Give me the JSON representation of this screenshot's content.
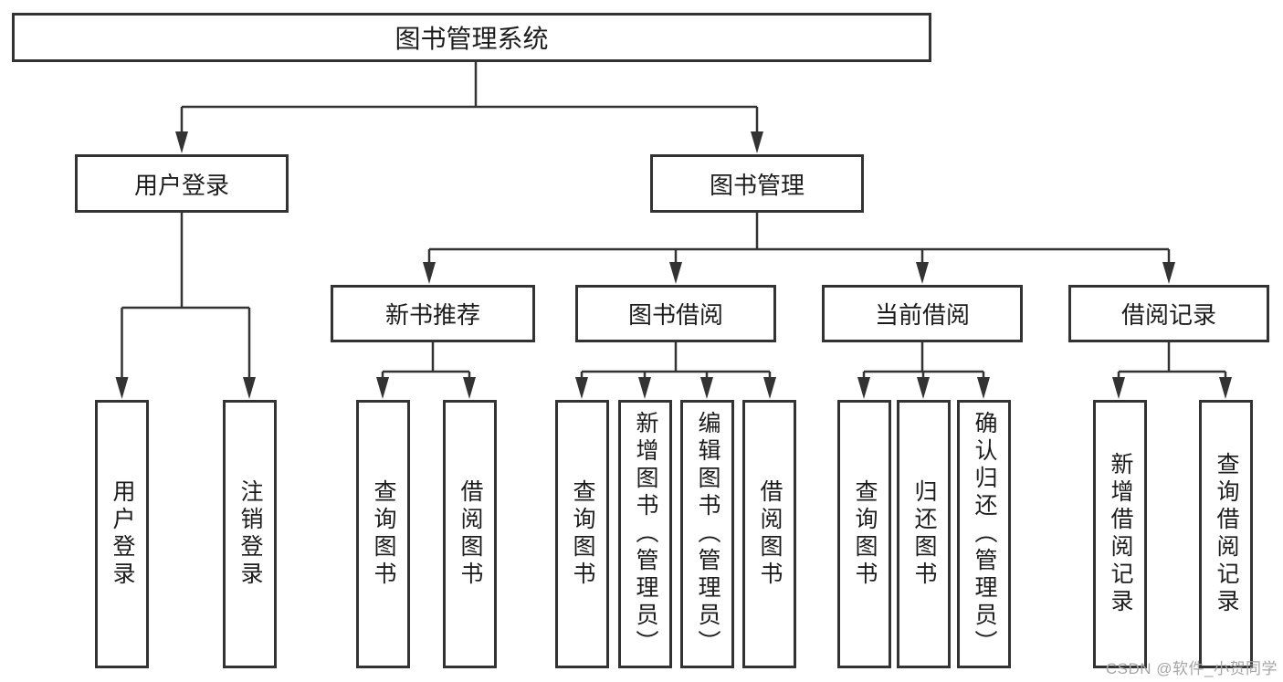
{
  "diagram": {
    "root": {
      "label": "图书管理系统"
    },
    "level2": [
      {
        "label": "用户登录"
      },
      {
        "label": "图书管理"
      }
    ],
    "level3": [
      {
        "label": "新书推荐"
      },
      {
        "label": "图书借阅"
      },
      {
        "label": "当前借阅"
      },
      {
        "label": "借阅记录"
      }
    ],
    "leaves": {
      "user_login": [
        {
          "label": "用户登录"
        },
        {
          "label": "注销登录"
        }
      ],
      "new_book": [
        {
          "label": "查询图书"
        },
        {
          "label": "借阅图书"
        }
      ],
      "book_borrow": [
        {
          "label": "查询图书"
        },
        {
          "label": "新增图书（管理员）"
        },
        {
          "label": "编辑图书（管理员）"
        },
        {
          "label": "借阅图书"
        }
      ],
      "current_borrow": [
        {
          "label": "查询图书"
        },
        {
          "label": "归还图书"
        },
        {
          "label": "确认归还（管理员）"
        }
      ],
      "borrow_records": [
        {
          "label": "新增借阅记录"
        },
        {
          "label": "查询借阅记录"
        }
      ]
    }
  },
  "watermark": {
    "text": "CSDN @软件_小贺同学"
  },
  "colors": {
    "line": "#333333",
    "box_border": "#333333",
    "text": "#1c1c1c",
    "watermark": "#a6a6a6",
    "background": "#ffffff"
  }
}
